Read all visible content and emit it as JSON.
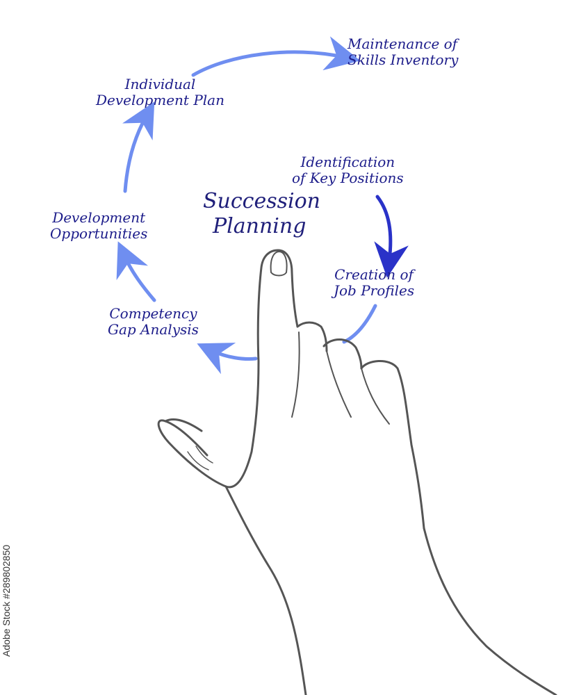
{
  "diagram": {
    "title_line1": "Succession",
    "title_line2": "Planning",
    "steps": [
      {
        "line1": "Identification",
        "line2": "of Key Positions"
      },
      {
        "line1": "Creation of",
        "line2": "Job Profiles"
      },
      {
        "line1": "Competency",
        "line2": "Gap Analysis"
      },
      {
        "line1": "Development",
        "line2": "Opportunities"
      },
      {
        "line1": "Individual",
        "line2": "Development Plan"
      },
      {
        "line1": "Maintenance of",
        "line2": "Skills Inventory"
      }
    ],
    "arrow_colors": {
      "dark": "#2a32c8",
      "light": "#6f8ef0"
    },
    "text_color": "#1c1c8a"
  },
  "watermark": {
    "stock_id": "#289802850",
    "brand": "Adobe Stock"
  }
}
